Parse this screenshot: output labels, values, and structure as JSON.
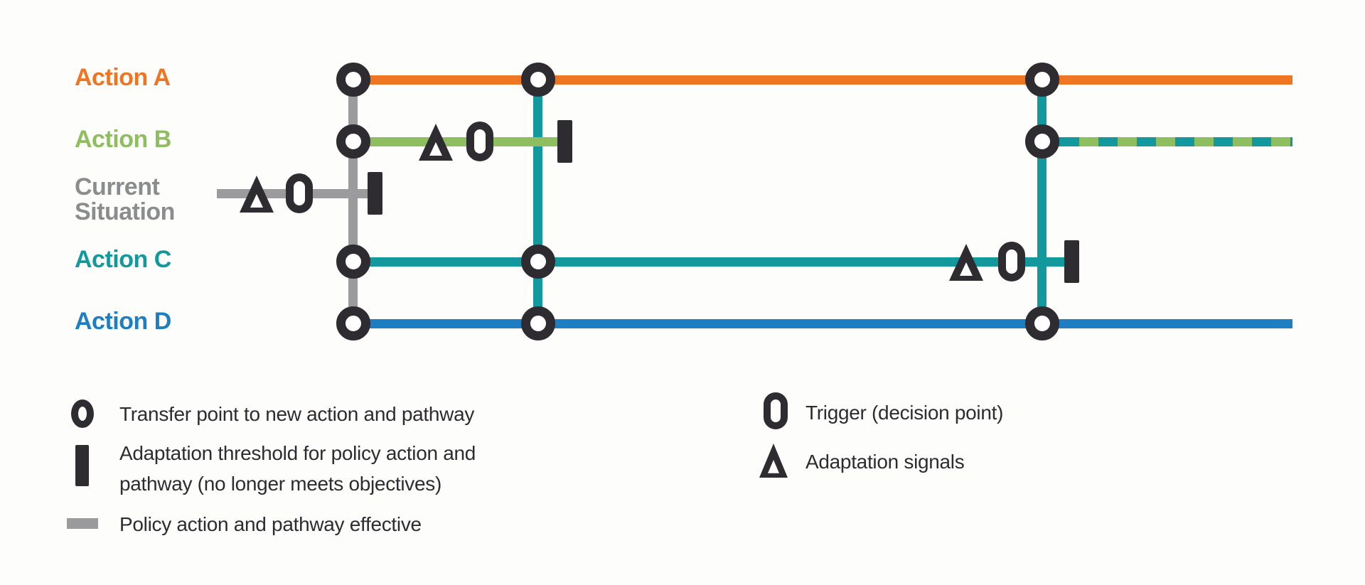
{
  "colors": {
    "action_a_orange": "#ee7623",
    "action_b_green": "#8fbe60",
    "action_c_teal": "#12989d",
    "action_d_blue": "#1d7fc1",
    "current_situation_gray": "#9b9b9d",
    "symbol_dark": "#2e2b31",
    "background": "#fdfdfc"
  },
  "diagram": {
    "rows": [
      {
        "id": "action-a",
        "label": "Action A",
        "color": "#ee7623"
      },
      {
        "id": "action-b",
        "label": "Action B",
        "color": "#8fbe60"
      },
      {
        "id": "current-situation",
        "label_line1": "Current",
        "label_line2": "Situation",
        "color": "#8a8c8e"
      },
      {
        "id": "action-c",
        "label": "Action C",
        "color": "#12989d"
      },
      {
        "id": "action-d",
        "label": "Action D",
        "color": "#1d7fc1"
      }
    ]
  },
  "legend": {
    "left": [
      {
        "icon": "transfer-point-icon",
        "label": "Transfer point to new action and pathway"
      },
      {
        "icon": "adaptation-threshold-icon",
        "label": "Adaptation threshold for policy action and pathway (no longer meets objectives)"
      },
      {
        "icon": "pathway-effective-icon",
        "label": "Policy action and pathway effective"
      }
    ],
    "right": [
      {
        "icon": "trigger-icon",
        "label": "Trigger (decision point)"
      },
      {
        "icon": "adaptation-signal-icon",
        "label": "Adaptation signals"
      }
    ]
  }
}
